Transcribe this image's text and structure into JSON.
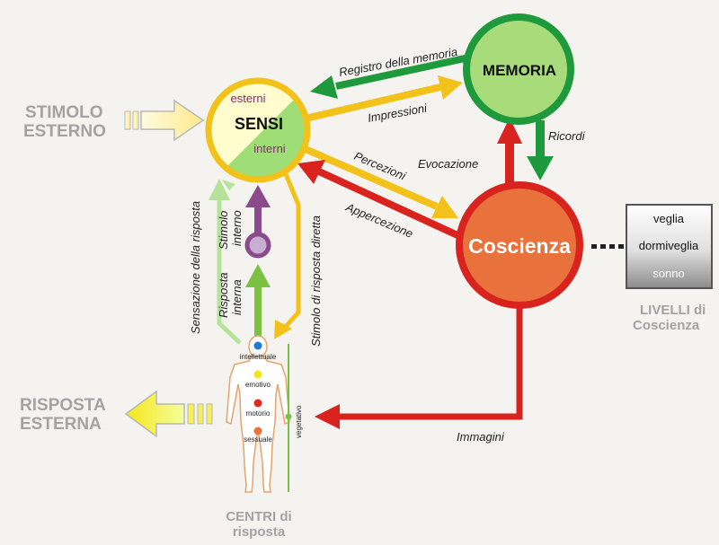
{
  "inputs": {
    "stimolo_esterno": [
      "STIMOLO",
      "ESTERNO"
    ],
    "risposta_esterna": [
      "RISPOSTA",
      "ESTERNA"
    ]
  },
  "sensi": {
    "title": "SENSI",
    "esterni": "esterni",
    "interni": "interni"
  },
  "memoria": {
    "title": "MEMORIA"
  },
  "coscienza": {
    "title": "Coscienza"
  },
  "arrows": {
    "registro": "Registro della memoria",
    "impressioni": "Impressioni",
    "percezioni": "Percezioni",
    "appercezione": "Appercezione",
    "evocazione": "Evocazione",
    "ricordi": "Ricordi",
    "immagini": "Immagini",
    "sensazione": "Sensazione della risposta",
    "stimolo_interno": [
      "Stimolo",
      "interno"
    ],
    "risposta_interna": [
      "Risposta",
      "interna"
    ],
    "stimolo_diretta": "Stimolo di risposta diretta"
  },
  "livelli": {
    "items": [
      "veglia",
      "dormiveglia",
      "sonno"
    ],
    "caption": [
      "LIVELLI di",
      "Coscienza"
    ]
  },
  "centri": {
    "items": [
      "intellettuale",
      "emotivo",
      "motorio",
      "sessuale"
    ],
    "vegetativo": "vegetativo",
    "caption": [
      "CENTRI di",
      "risposta"
    ]
  },
  "colors": {
    "green_dark": "#1e9a3c",
    "yellow": "#f2c21a",
    "red": "#d8231e",
    "orange_fill": "#e8713c",
    "light_green": "#9fdd76",
    "purple": "#8b4a8a",
    "gray_text": "#a3a3a3"
  }
}
